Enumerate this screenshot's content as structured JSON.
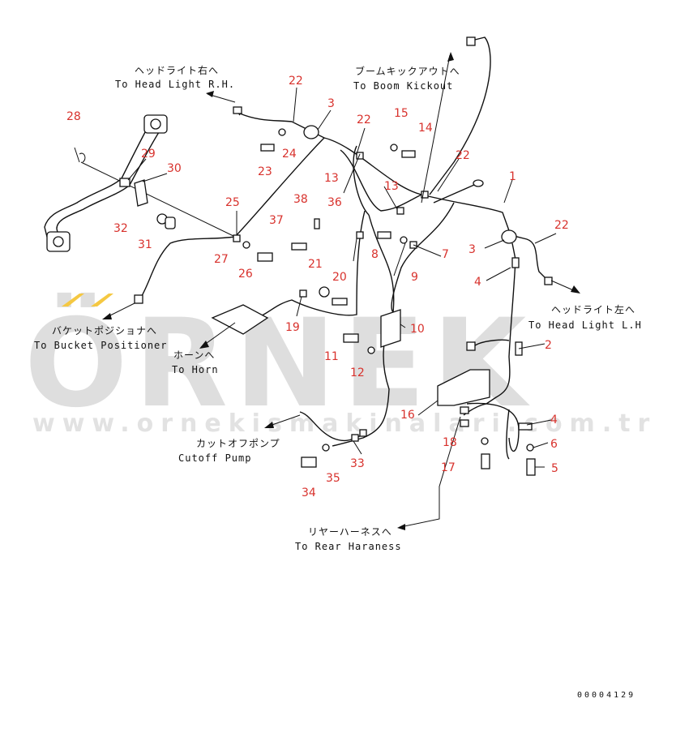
{
  "watermark": {
    "brand": "ÖRNEK",
    "url": "www.ornekismakinalari.com.tr"
  },
  "drawing_code": "00004129",
  "destinations": {
    "head_light_rh": {
      "jp": "ヘッドライト右へ",
      "en": "To Head Light R.H."
    },
    "boom_kickout": {
      "jp": "ブームキックアウトへ",
      "en": "To Boom Kickout"
    },
    "bucket_positioner": {
      "jp": "バケットポジショナへ",
      "en": "To Bucket Positioner"
    },
    "horn": {
      "jp": "ホーンへ",
      "en": "To Horn"
    },
    "head_light_lh": {
      "jp": "ヘッドライト左へ",
      "en": "To Head Light L.H"
    },
    "cutoff_pump": {
      "jp": "カットオフポンプ",
      "en": "Cutoff Pump"
    },
    "rear_harness": {
      "jp": "リヤーハーネスへ",
      "en": "To Rear Haraness"
    }
  },
  "part_numbers": [
    "1",
    "2",
    "3",
    "3",
    "4",
    "4",
    "5",
    "6",
    "7",
    "8",
    "9",
    "10",
    "11",
    "12",
    "13",
    "13",
    "14",
    "15",
    "16",
    "17",
    "18",
    "19",
    "20",
    "21",
    "22",
    "22",
    "22",
    "22",
    "23",
    "24",
    "25",
    "26",
    "27",
    "28",
    "29",
    "30",
    "31",
    "32",
    "33",
    "34",
    "35",
    "36",
    "37",
    "38"
  ],
  "colors": {
    "callout": "#d8322d",
    "lines": "#111111",
    "watermark": "#dedede",
    "accent": "#f5c842"
  }
}
